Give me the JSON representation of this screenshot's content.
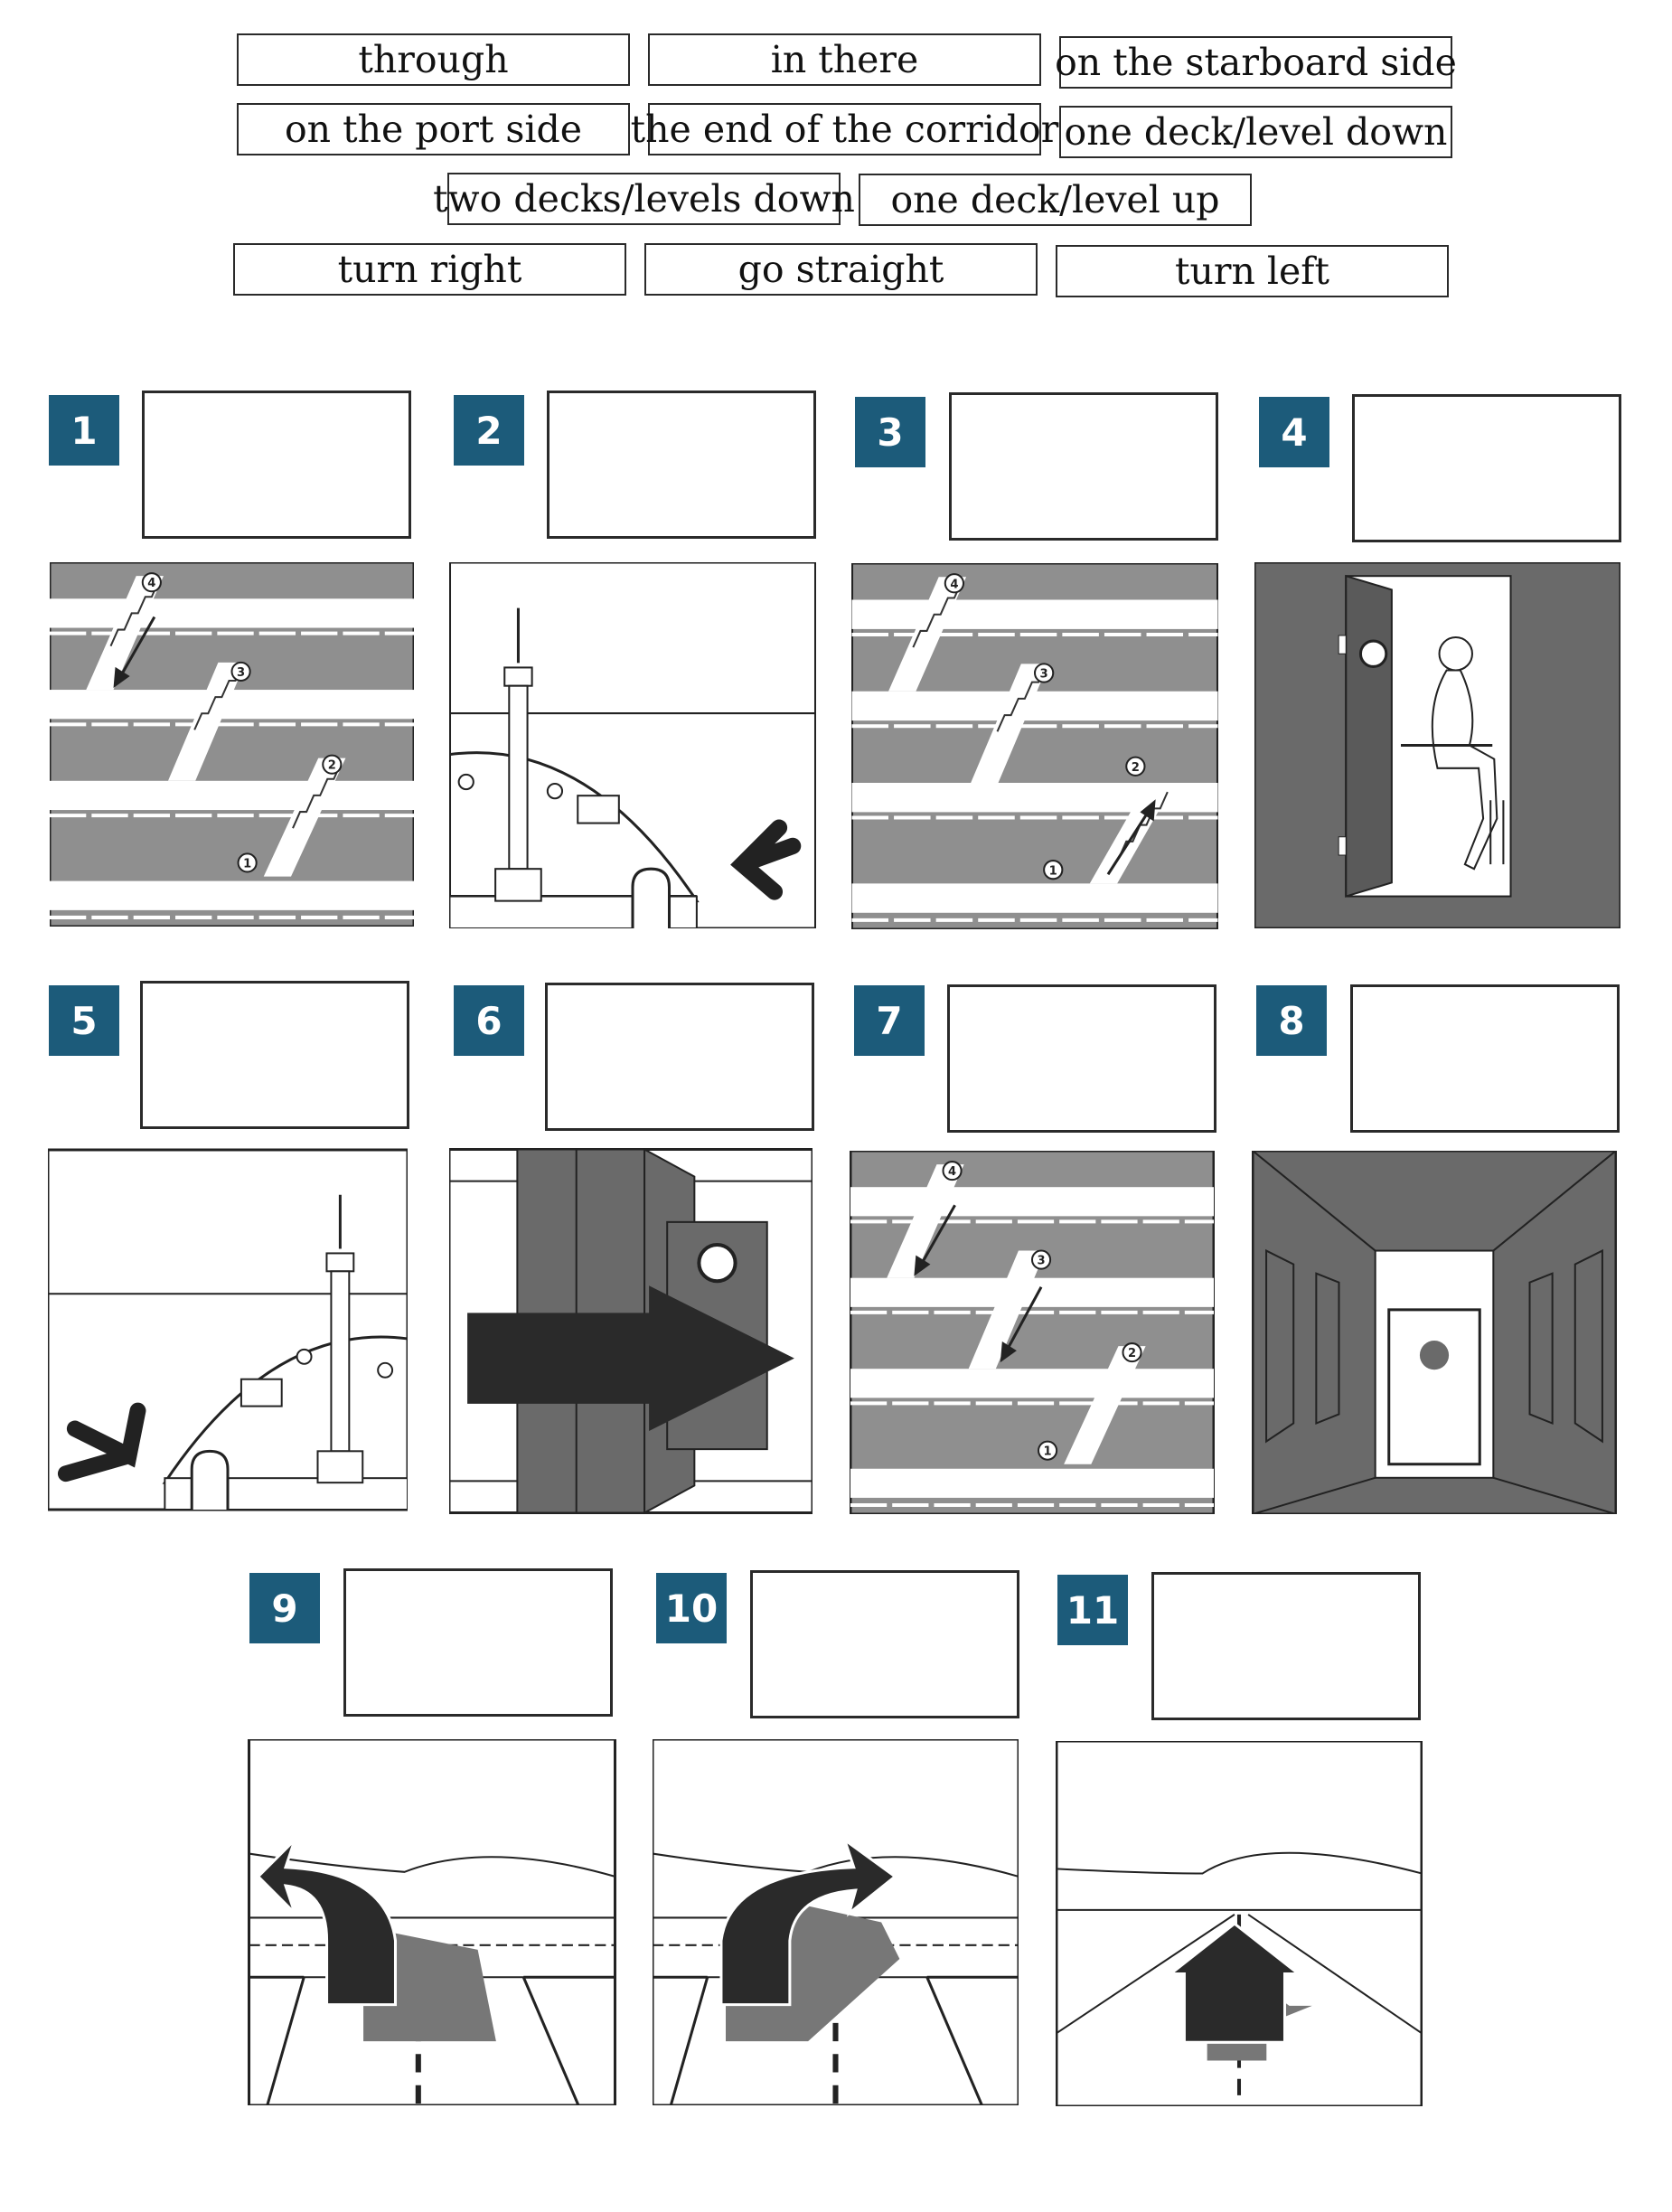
{
  "word_bank": [
    "through",
    "in there",
    "on the starboard side",
    "on the port side",
    "the end of the corridor",
    "one deck/level down",
    "two decks/levels down",
    "one deck/level up",
    "turn right",
    "go straight",
    "turn left"
  ],
  "exercise_numbers": [
    "1",
    "2",
    "3",
    "4",
    "5",
    "6",
    "7",
    "8",
    "9",
    "10",
    "11"
  ],
  "deck_step_labels": [
    "1",
    "2",
    "3",
    "4"
  ],
  "colors": {
    "number_badge": "#1c5b7a",
    "deck_grey": "#8f8f8f",
    "dark_grey": "#6a6a6a",
    "arrow": "#2a2a2a"
  }
}
